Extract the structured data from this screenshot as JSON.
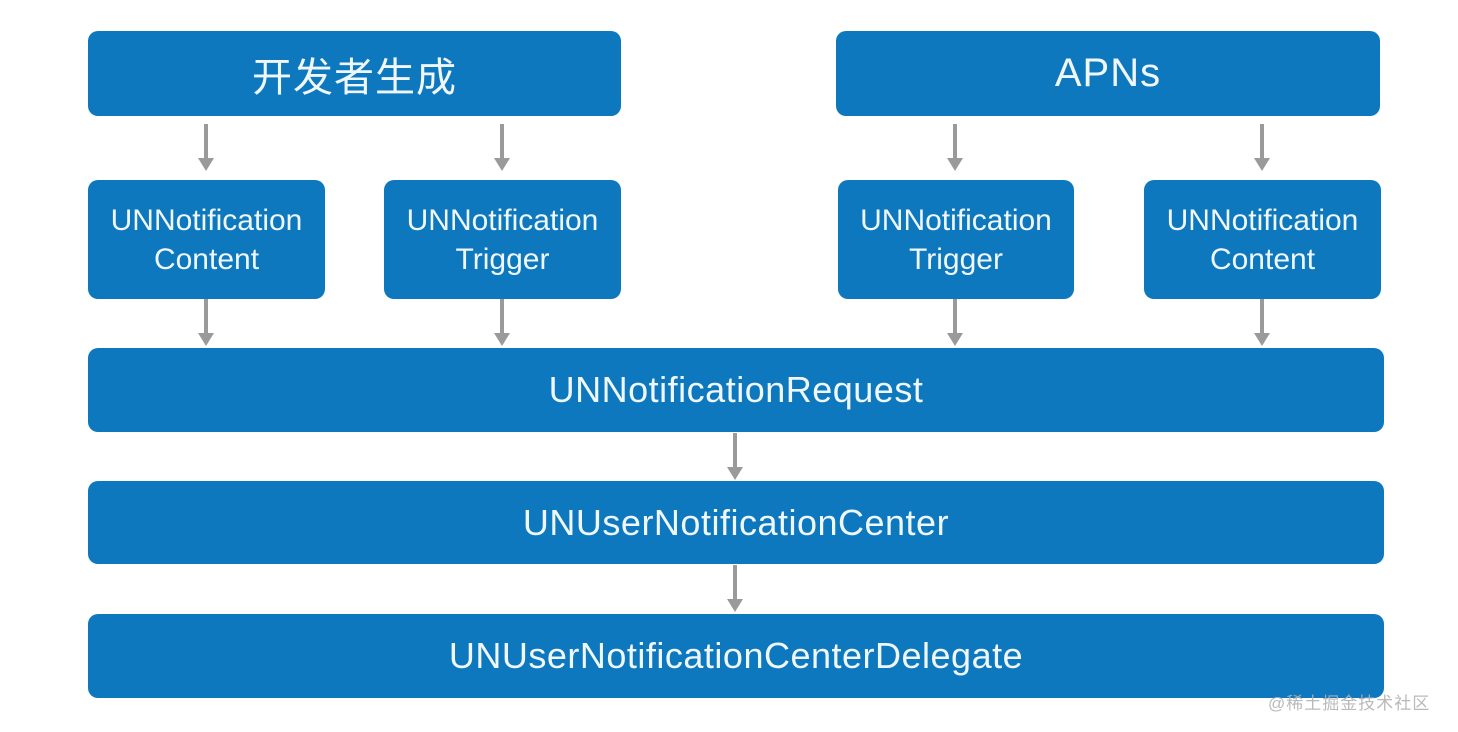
{
  "diagram": {
    "colors": {
      "box": "#0d78bd",
      "text": "#f0f7fc",
      "arrow": "#9a9a9a",
      "background": "#ffffff",
      "watermark": "#b2b2b2"
    },
    "nodes": {
      "developer_source": "开发者生成",
      "apns_source": "APNs",
      "dev_content": "UNNotification Content",
      "dev_trigger": "UNNotification Trigger",
      "apns_trigger": "UNNotification Trigger",
      "apns_content": "UNNotification Content",
      "request": "UNNotificationRequest",
      "center": "UNUserNotificationCenter",
      "delegate": "UNUserNotificationCenterDelegate"
    },
    "watermark": "@稀土掘金技术社区"
  }
}
